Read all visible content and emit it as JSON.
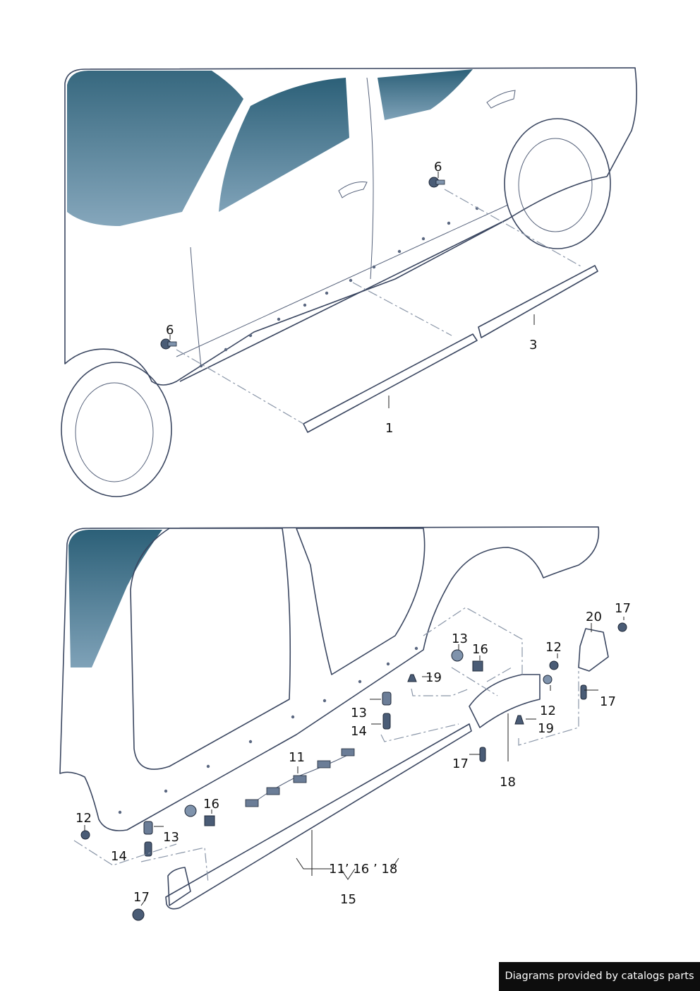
{
  "labels": {
    "a1": "1",
    "a3": "3",
    "a6a": "6",
    "a6b": "6",
    "b11": "11",
    "b12a": "12",
    "b12b": "12",
    "b12c": "12",
    "b13a": "13",
    "b13b": "13",
    "b13c": "13",
    "b14a": "14",
    "b14b": "14",
    "b15": "15",
    "b16a": "16",
    "b16b": "16",
    "b17a": "17",
    "b17b": "17",
    "b17c": "17",
    "b17d": "17",
    "b18": "18",
    "b19a": "19",
    "b19b": "19",
    "b20": "20",
    "combo": "11’ 16 ’ 18"
  },
  "footer": {
    "text": "Diagrams provided by catalogs parts"
  },
  "colors": {
    "body_light": "#dfe7f1",
    "body_mid": "#a9bccf",
    "body_dark": "#2d6077",
    "outline": "#3a4660",
    "part": "#4a5c76"
  }
}
